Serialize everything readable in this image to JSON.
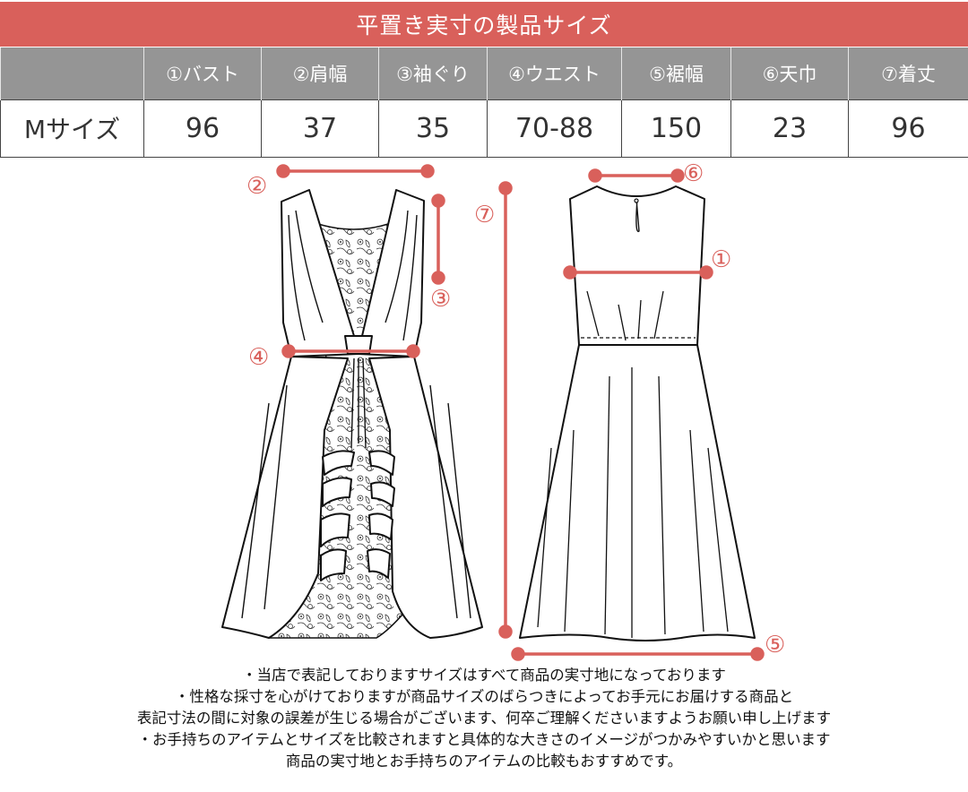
{
  "title": "平置き実寸の製品サイズ",
  "table": {
    "headers": [
      "",
      "①バスト",
      "②肩幅",
      "③袖ぐり",
      "④ウエスト",
      "⑤裾幅",
      "⑥天巾",
      "⑦着丈"
    ],
    "rows": [
      {
        "label": "Mサイズ",
        "values": [
          "96",
          "37",
          "35",
          "70-88",
          "150",
          "23",
          "96"
        ]
      }
    ]
  },
  "diagram": {
    "accent_color": "#d9605b",
    "markers": {
      "m1": "①",
      "m2": "②",
      "m3": "③",
      "m4": "④",
      "m5": "⑤",
      "m6": "⑥",
      "m7": "⑦"
    },
    "front_view": "dress-front-illustration",
    "back_view": "dress-back-illustration"
  },
  "notes": [
    "・当店で表記しておりますサイズはすべて商品の実寸地になっております",
    "・性格な採寸を心がけておりますが商品サイズのばらつきによってお手元にお届けする商品と",
    "表記寸法の間に対象の誤差が生じる場合がございます、何卒ご理解くださいますようお願い申し上げます",
    "・お手持ちのアイテムとサイズを比較されますと具体的な大きさのイメージがつかみやすいかと思います",
    "商品の実寸地とお手持ちのアイテムの比較もおすすめです。"
  ]
}
